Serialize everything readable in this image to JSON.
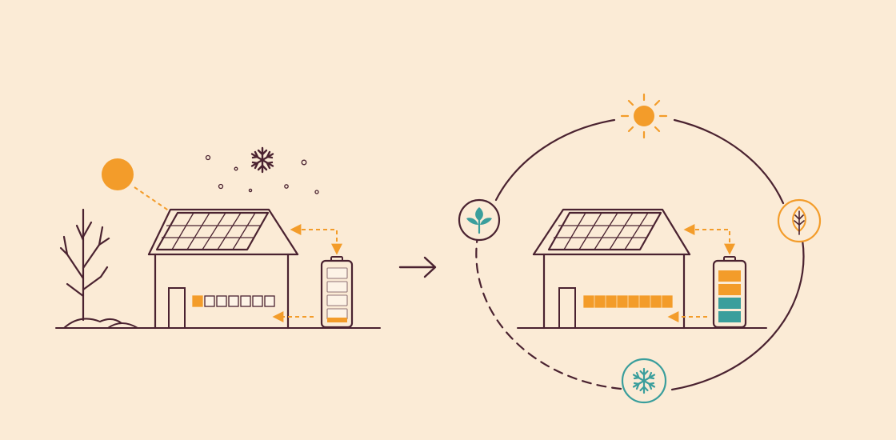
{
  "colors": {
    "background": "#fbebd6",
    "ink": "#4a2230",
    "orange": "#f39c2a",
    "teal": "#3a9e9c",
    "cell_empty": "#fdf3e6"
  },
  "scenes": {
    "winter": {
      "weather_icons": [
        "sun-icon",
        "snowflake-icon",
        "snow-dots"
      ],
      "battery_level": 0.1,
      "battery_cells_filled": 1,
      "battery_cells_total": 5,
      "indicator_lit": 1,
      "indicator_total": 7,
      "features": [
        "bare-tree-icon",
        "solar-panel-icon",
        "battery-icon"
      ]
    },
    "connector": {
      "icon": "arrow-right-icon"
    },
    "year_round": {
      "cycle_icons": [
        "sun-icon",
        "leaf-icon",
        "snowflake-icon",
        "sprout-icon"
      ],
      "battery_level": 0.9,
      "battery_cells": [
        "orange",
        "orange",
        "teal",
        "teal"
      ],
      "indicator_lit": 8,
      "indicator_total": 8
    }
  }
}
